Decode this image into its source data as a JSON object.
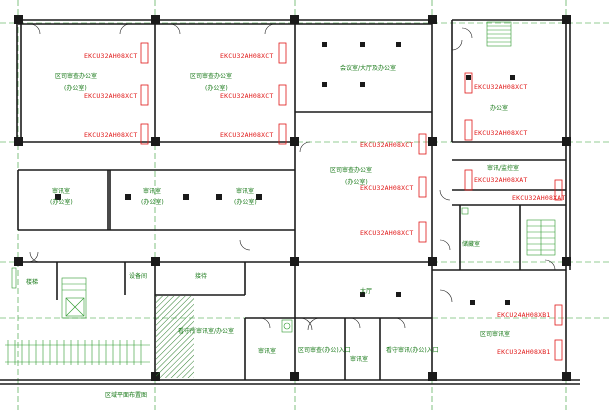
{
  "plan": {
    "colors": {
      "wall": "#1c1c1c",
      "column": "#1a1a1a",
      "red_label": "#e01818",
      "green_label": "#1a7a1a",
      "axis": "#2e9a2e",
      "hatch": "#2f7f2f"
    },
    "equipment_labels": [
      "EKCU32AH08XCT",
      "EKCU32AH08XCT",
      "EKCU32AH08XCT",
      "EKCU32AH08XCT",
      "EKCU32AH08XCT",
      "EKCU32AH08XCT",
      "EKCU32AH08XCT",
      "EKCU32AH08XCT",
      "EKCU32AH08XCT",
      "EKCU32AH08XCT",
      "EKCU32AH08XCT",
      "EKCU32AH08XAT",
      "EKCU32AH08XAT",
      "EKCU24AH08XB1",
      "EKCU32AH08XB1"
    ],
    "room_labels": {
      "office_a": "区司审查办公室",
      "office_a_sub": "(办公室)",
      "office_b": "区司审查办公室",
      "office_b_sub": "(办公室)",
      "hall_top": "会议室/大厅及办公室",
      "office_c": "区司审查办公室",
      "office_c_sub": "(办公室)",
      "room_right1": "办公室",
      "room_right2": "审讯/监控室",
      "corr_office1": "审讯室",
      "corr_office1_sub": "(办公室)",
      "corr_office2": "审讯室",
      "corr_office2_sub": "(办公室)",
      "corr_office3": "审讯室",
      "corr_office3_sub": "(办公室)",
      "storage": "储藏室",
      "stair_left": "楼梯",
      "room_a": "设备间",
      "room_b": "接待",
      "lobby": "大厅",
      "office_d": "看守所审讯室/办公室",
      "room_c": "审讯室",
      "room_d": "区司审查(办公)入口",
      "room_e": "审讯室",
      "room_f": "看守审讯(办公)入口",
      "office_e": "区司审讯室",
      "bottom_note": "区域平面布置图"
    }
  }
}
